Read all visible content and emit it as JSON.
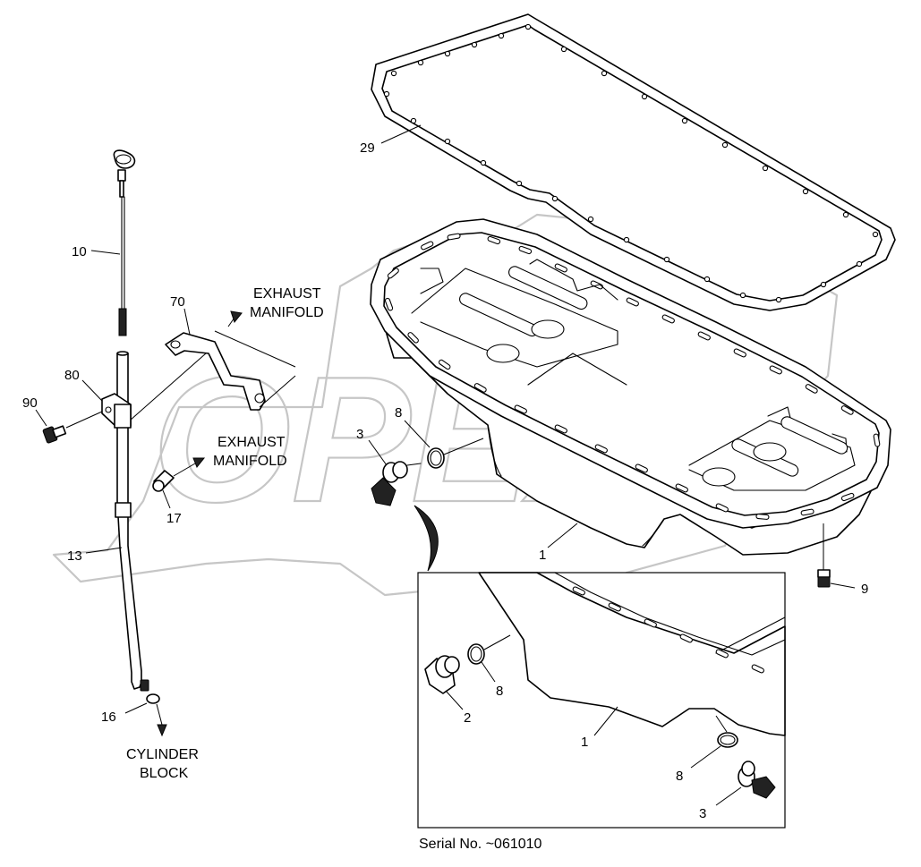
{
  "watermark": {
    "text": "OPEX"
  },
  "callouts": {
    "c29": "29",
    "c10": "10",
    "c70": "70",
    "c80": "80",
    "c90": "90",
    "c13": "13",
    "c17": "17",
    "c16": "16",
    "c3": "3",
    "c8": "8",
    "c1": "1",
    "c9": "9",
    "inset_c2": "2",
    "inset_c8a": "8",
    "inset_c1": "1",
    "inset_c8b": "8",
    "inset_c3": "3"
  },
  "notes": {
    "exhaust_manifold_1": [
      "EXHAUST",
      "MANIFOLD"
    ],
    "exhaust_manifold_2": [
      "EXHAUST",
      "MANIFOLD"
    ],
    "cylinder_block": [
      "CYLINDER",
      "BLOCK"
    ],
    "serial": "Serial No. ~061010"
  }
}
